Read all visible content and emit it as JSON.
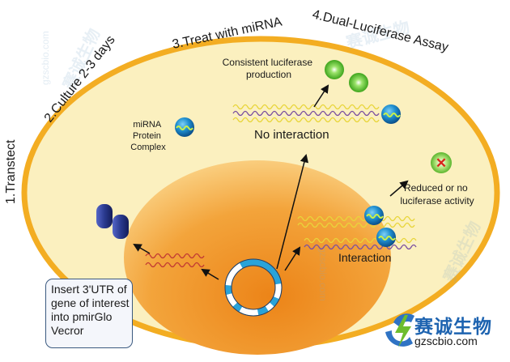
{
  "steps": [
    "1.Transtect",
    "2.Culture 2-3 days",
    "3.Treat with miRNA",
    "4.Dual-Luciferase Assay"
  ],
  "labels": {
    "mirna_complex": [
      "miRNA",
      "Protein",
      "Complex"
    ],
    "consistent": [
      "Consistent luciferase",
      "production"
    ],
    "no_interaction": "No interaction",
    "reduced": [
      "Reduced or no",
      "luciferase activity"
    ],
    "interaction": "Interaction"
  },
  "vector_note": [
    "Insert 3'UTR of",
    "gene of interest",
    "into pmirGlo",
    "Vecror"
  ],
  "logo": {
    "name": "赛诚生物",
    "url": "gzscbio.com",
    "icon": "lightning-logo-icon"
  },
  "watermark": {
    "name": "赛诚生物",
    "url": "gzscbio.com"
  },
  "colors": {
    "cell_border": "#f3ad22",
    "cytoplasm": "#fbf0bf",
    "nucleus": "#f2a43b",
    "ball_green": "#56c12e",
    "ball_blue": "#1a84c7",
    "protein_navy": "#2a3a8f",
    "x_mark": "#d9261c"
  }
}
